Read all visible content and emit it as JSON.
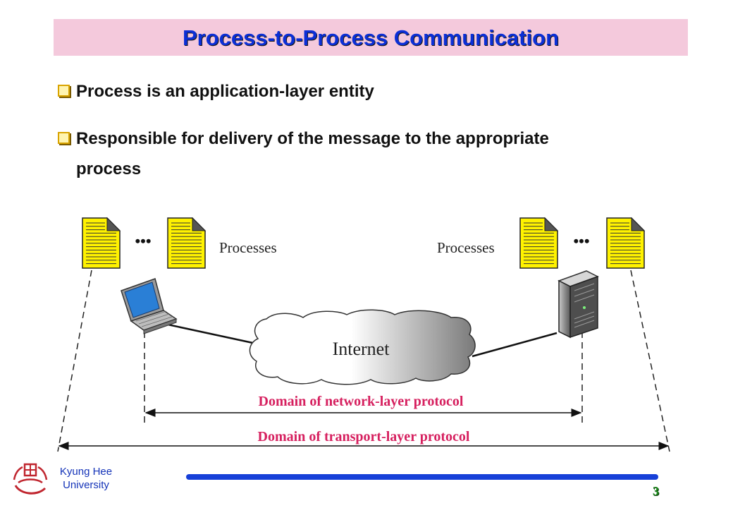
{
  "slide": {
    "title": "Process-to-Process Communication",
    "bullets": [
      {
        "text": "Process is an application-layer entity"
      },
      {
        "text": "Responsible for delivery of the message to the appropriate process"
      }
    ],
    "page_number": "3",
    "accent_color": "#0b2fd6",
    "title_bg_color": "#f4c9dc"
  },
  "logo": {
    "line1": "Kyung Hee",
    "line2": "University"
  },
  "diagram": {
    "left_processes_label": "Processes",
    "right_processes_label": "Processes",
    "left_dots": "•••",
    "right_dots": "•••",
    "cloud_label": "Internet",
    "network_domain_label": "Domain of network-layer protocol",
    "transport_domain_label": "Domain of transport-layer protocol",
    "domain_label_color": "#d6205f",
    "process_icon_color": "#fff200"
  }
}
